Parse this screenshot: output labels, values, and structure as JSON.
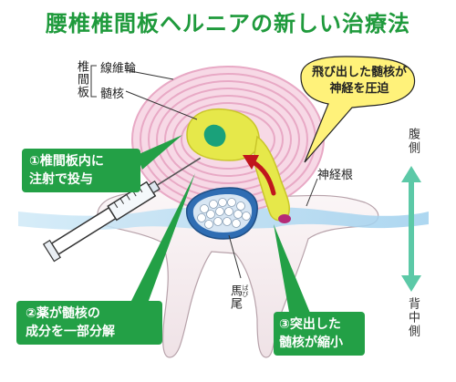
{
  "title": "腰椎椎間板ヘルニアの新しい治療法",
  "labels": {
    "disc": "椎間板",
    "annulus": "線維輪",
    "nucleus": "髄核",
    "nerve_root": "神経根",
    "cauda_equina": "馬尾",
    "cauda_equina_ruby": "ばび"
  },
  "callout": {
    "line1": "飛び出した髄核が",
    "line2": "神経を圧迫"
  },
  "steps": [
    {
      "line1": "①椎間板内に",
      "line2": "注射で投与"
    },
    {
      "line1": "②薬が髄核の",
      "line2": "成分を一部分解"
    },
    {
      "line1": "③突出した",
      "line2": "髄核が縮小"
    }
  ],
  "directions": {
    "top": "腹側",
    "bottom": "背中側"
  },
  "colors": {
    "title": "#1f9a3c",
    "box_green": "#23a046",
    "nucleus": "#e6e84a",
    "disc_rings": "#e8a9c5",
    "arrow_red": "#c0161d",
    "arrow_teal": "#5cc9a7"
  }
}
